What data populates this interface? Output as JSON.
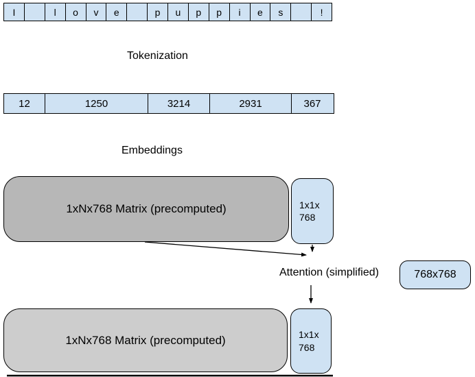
{
  "letter_row": {
    "cells": [
      "I",
      "",
      "l",
      "o",
      "v",
      "e",
      "",
      "p",
      "u",
      "p",
      "p",
      "i",
      "e",
      "s",
      "",
      "!"
    ]
  },
  "token_row": {
    "cells": [
      "12",
      "1250",
      "3214",
      "2931",
      "367"
    ]
  },
  "labels": {
    "tokenization": "Tokenization",
    "embeddings": "Embeddings",
    "attention": "Attention (simplified)"
  },
  "boxes": {
    "top_matrix": {
      "label": "1xNx768 Matrix (precomputed)"
    },
    "top_vector": {
      "line1": "1x1x",
      "line2": "768"
    },
    "attention_matrix": {
      "label": "768x768"
    },
    "bottom_matrix": {
      "label": "1xNx768 Matrix (precomputed)"
    },
    "bottom_vector": {
      "line1": "1x1x",
      "line2": "768"
    }
  },
  "colors": {
    "cell_blue": "#cfe2f3",
    "matrix_gray_top": "#b7b7b7",
    "matrix_gray_bottom": "#cdcdcd",
    "border_black": "#000000"
  }
}
